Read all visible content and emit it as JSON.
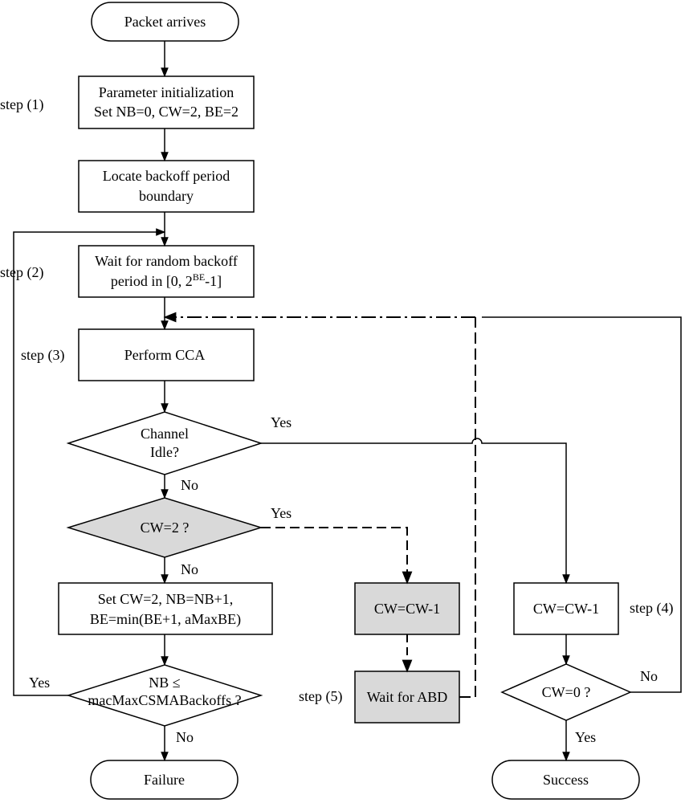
{
  "colors": {
    "stroke": "#000000",
    "shaded_fill": "#d9d9d9",
    "plain_fill": "#ffffff"
  },
  "nodes": {
    "packet_arrives": "Packet arrives",
    "param_init_line1": "Parameter initialization",
    "param_init_line2": "Set NB=0, CW=2, BE=2",
    "locate_line1": "Locate backoff period",
    "locate_line2": "boundary",
    "wait_line1": "Wait for random backoff",
    "wait_line2_prefix": "period in [0, 2",
    "wait_line2_sup": "BE",
    "wait_line2_suffix": "-1]",
    "perform_cca": "Perform CCA",
    "channel_idle_line1": "Channel",
    "channel_idle_line2": "Idle?",
    "cw2_question": "CW=2 ?",
    "set_cw_line1": "Set CW=2, NB=NB+1,",
    "set_cw_line2": "BE=min(BE+1, aMaxBE)",
    "nb_check_line1": "NB ≤",
    "nb_check_line2": "macMaxCSMABackoffs ?",
    "failure": "Failure",
    "cw_dec_mid": "CW=CW-1",
    "wait_abd": "Wait for ABD",
    "cw_dec_right": "CW=CW-1",
    "cw0_question": "CW=0 ?",
    "success": "Success"
  },
  "step_labels": {
    "step1": "step (1)",
    "step2": "step (2)",
    "step3": "step (3)",
    "step4": "step (4)",
    "step5": "step (5)"
  },
  "edge_labels": {
    "idle_yes": "Yes",
    "idle_no": "No",
    "cw2_yes": "Yes",
    "cw2_no": "No",
    "nb_yes": "Yes",
    "nb_no": "No",
    "cw0_no": "No",
    "cw0_yes": "Yes"
  }
}
